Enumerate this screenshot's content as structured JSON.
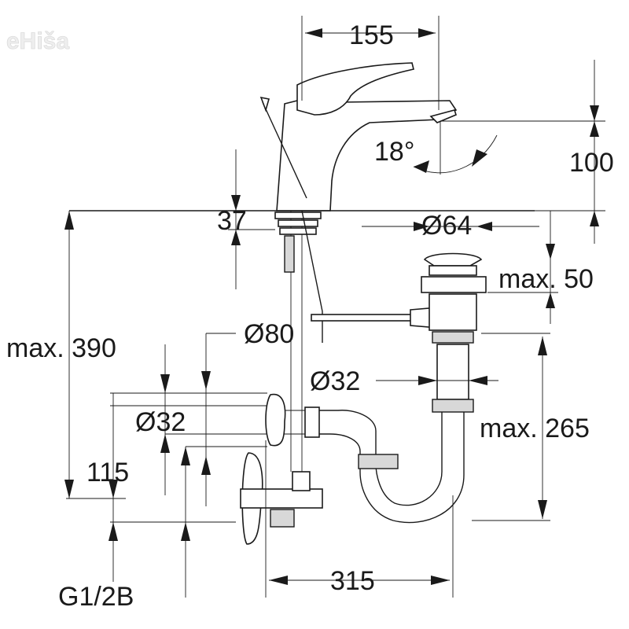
{
  "watermark": {
    "text": "eHiša"
  },
  "dimensions": {
    "spout_reach": "155",
    "spout_angle": "18°",
    "spout_height": "100",
    "deck_thickness": "37",
    "drain_diameter": "Ø64",
    "drain_max": "max. 50",
    "rosette_diameter": "Ø80",
    "overall_max": "max. 390",
    "trap_pipe_diameter": "Ø32",
    "wall_pipe_diameter": "Ø32",
    "trap_max": "max. 265",
    "wall_height": "115",
    "projection": "315",
    "connection": "G1/2B"
  }
}
